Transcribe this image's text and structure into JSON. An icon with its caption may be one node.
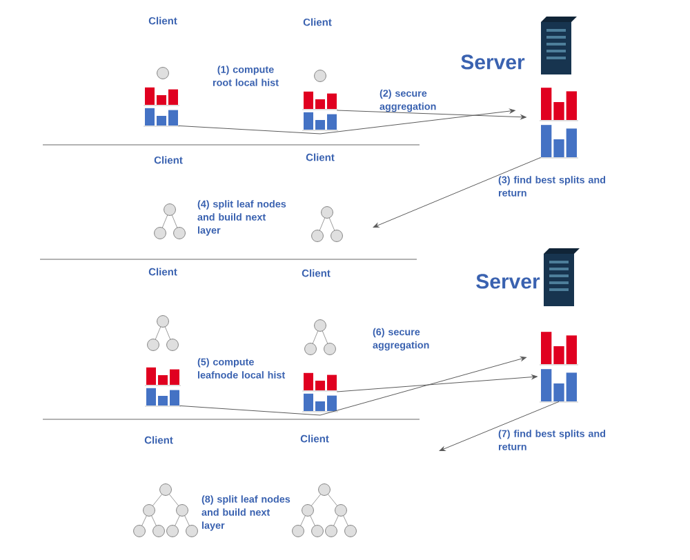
{
  "diagram": {
    "nodes": [
      {
        "text": [],
        "shape": "bar"
      },
      {
        "text": [],
        "shape": "bar"
      },
      {
        "text": [],
        "shape": "bar"
      },
      {
        "text": [],
        "shape": "bar"
      },
      {
        "text": [],
        "shape": "bar"
      },
      {
        "text": [],
        "shape": "bar"
      }
    ],
    "edges": [
      {
        "from": 0,
        "to": 2,
        "arrow": "to"
      },
      {
        "from": 1,
        "to": 2,
        "arrow": "to"
      },
      {
        "from": 2,
        "to": null,
        "arrow": "to"
      },
      {
        "from": 3,
        "to": 5,
        "arrow": "to"
      },
      {
        "from": 4,
        "to": 5,
        "arrow": "to"
      },
      {
        "from": 5,
        "to": null,
        "arrow": "to"
      }
    ],
    "labels": [
      "Client",
      "Client",
      "Server",
      "(1) compute root local hist",
      "(2) secure aggregation",
      "Client",
      "Client",
      "(3) find best splits and return",
      "(4) split leaf nodes and build next layer",
      "Client",
      "Client",
      "Server",
      "(6) secure aggregation",
      "(5) compute leafnode local hist",
      "Client",
      "Client",
      "(7) find best splits and return",
      "(8) split leaf nodes and build next layer"
    ]
  }
}
